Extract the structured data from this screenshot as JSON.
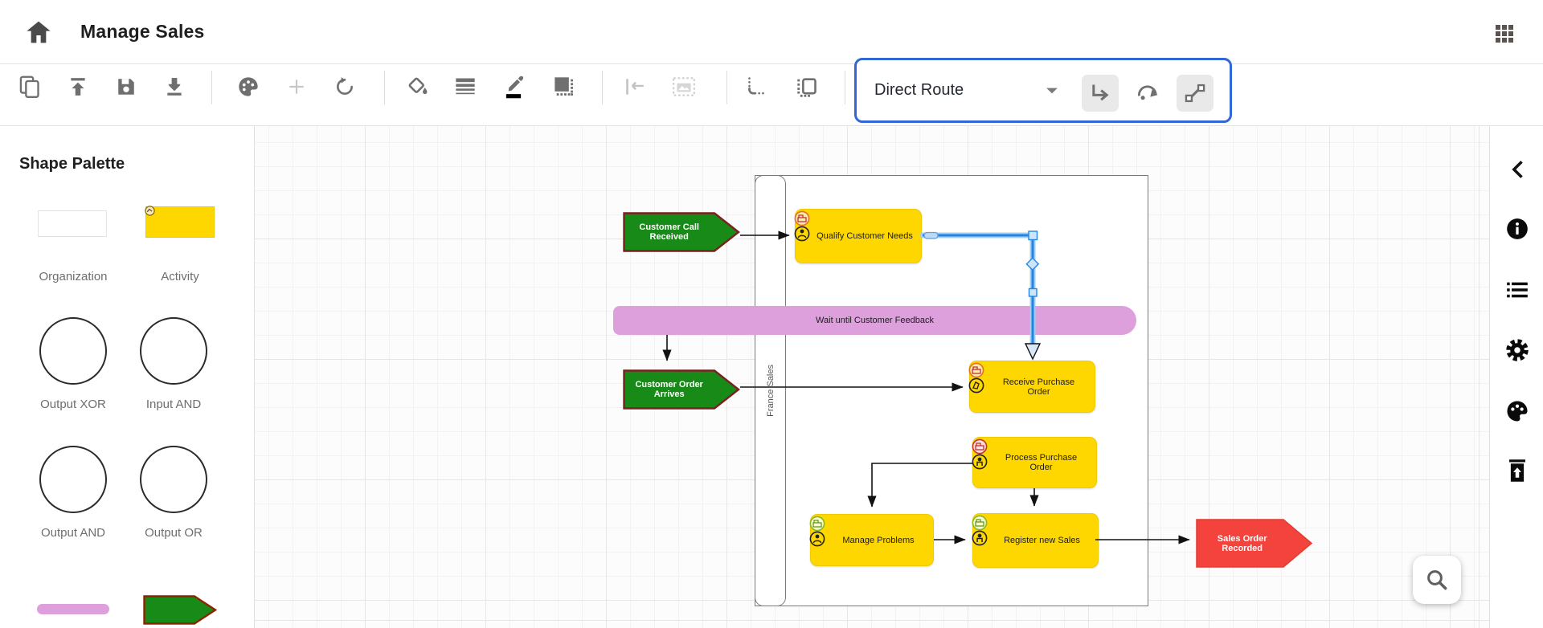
{
  "header": {
    "title": "Manage Sales"
  },
  "toolbar": {
    "route_type": "Direct Route"
  },
  "palette": {
    "title": "Shape Palette",
    "items": [
      {
        "label": "Organization"
      },
      {
        "label": "Activity"
      },
      {
        "label": "Output XOR"
      },
      {
        "label": "Input AND"
      },
      {
        "label": "Output AND"
      },
      {
        "label": "Output OR"
      }
    ]
  },
  "diagram": {
    "lane_label": "France Sales",
    "events": {
      "call_received": "Customer Call Received",
      "order_arrives": "Customer Order Arrives",
      "sales_recorded": "Sales Order Recorded"
    },
    "functions": {
      "qualify": "Qualify Customer Needs",
      "receive": "Receive Purchase Order",
      "process": "Process Purchase Order",
      "manage": "Manage Problems",
      "register": "Register new Sales"
    },
    "wait_label": "Wait until Customer Feedback"
  },
  "colors": {
    "activity_yellow": "#ffd700",
    "event_green": "#188a18",
    "event_red": "#f44336",
    "wait_pink": "#dda0dd",
    "selected_connector_blue": "#1e88e5",
    "focus_outline_blue": "#3367d6"
  }
}
